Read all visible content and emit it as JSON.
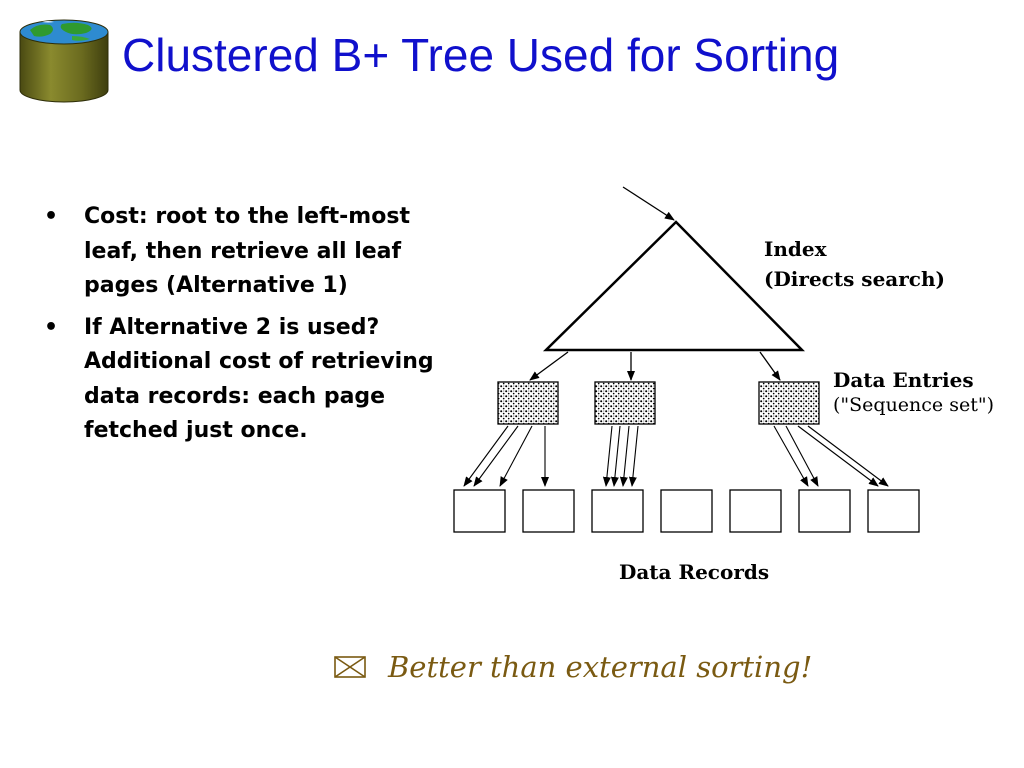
{
  "slide": {
    "title": "Clustered B+ Tree Used for Sorting",
    "bullet_char": "•",
    "bullets": [
      "Cost: root to the left-most leaf, then retrieve all leaf pages (Alternative 1)",
      "If Alternative 2 is used? Additional cost of retrieving data records: each page fetched just once."
    ],
    "footer_note": "Better than external sorting!"
  },
  "diagram": {
    "index_label_line1": "Index",
    "index_label_line2": "(Directs search)",
    "entries_label_line1": "Data Entries",
    "entries_label_line2": "(\"Sequence set\")",
    "records_label": "Data Records"
  },
  "icons": {
    "logo": "database-globe-icon",
    "footer": "envelope-icon"
  },
  "colors": {
    "title": "#1010cc",
    "footer_note": "#7a5a12",
    "logo_cylinder": "#6b6b1f",
    "logo_globe_water": "#2e8bd0",
    "logo_globe_land": "#2f9a2f"
  }
}
